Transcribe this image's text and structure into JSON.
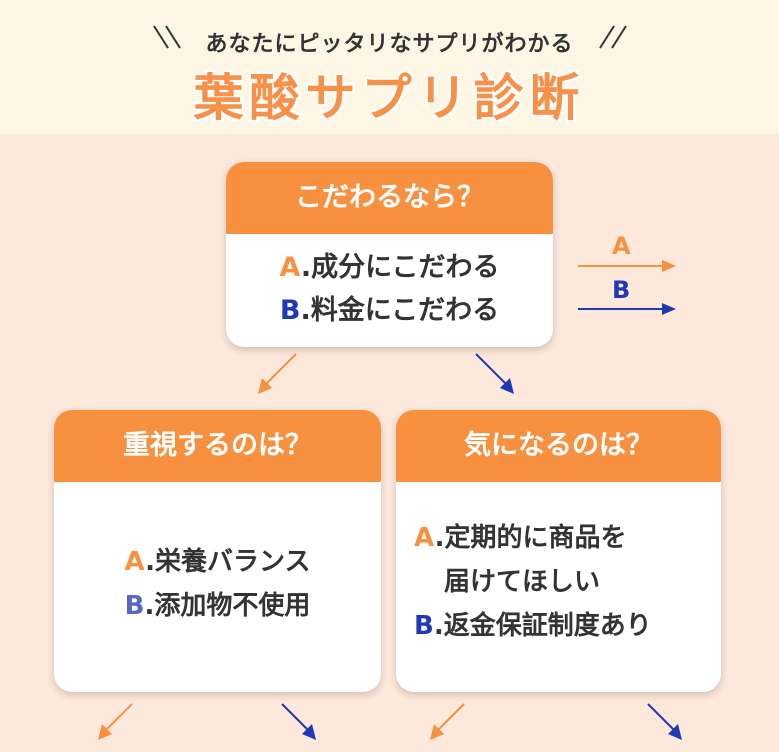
{
  "header": {
    "subtitle": "あなたにピッタリなサプリがわかる",
    "title": "葉酸サプリ診断"
  },
  "legend": {
    "a_label": "A",
    "b_label": "B"
  },
  "colors": {
    "orange": "#f7913f",
    "blue": "#1f39b5",
    "background": "#fde8dc",
    "header_bg": "#fdf6e4"
  },
  "top_card": {
    "heading": "こだわるなら？",
    "option_a_letter": "A",
    "option_a_text": ".成分にこだわる",
    "option_b_letter": "B",
    "option_b_text": ".料金にこだわる"
  },
  "left_card": {
    "heading": "重視するのは？",
    "option_a_letter": "A",
    "option_a_text": ".栄養バランス",
    "option_b_letter": "B",
    "option_b_text": ".添加物不使用"
  },
  "right_card": {
    "heading": "気になるのは？",
    "option_a_letter": "A",
    "option_a_text_line1": ".定期的に商品を",
    "option_a_text_line2": "届けてほしい",
    "option_b_letter": "B",
    "option_b_text": ".返金保証制度あり"
  }
}
